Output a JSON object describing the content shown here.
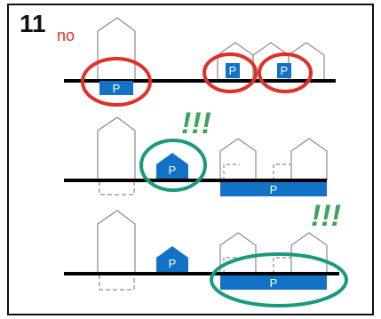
{
  "figure": {
    "number": "11",
    "verdict": "no",
    "exclamation_top": "!!!",
    "exclamation_right": "!!!",
    "parking_label": "P"
  },
  "colors": {
    "frame": "#111111",
    "ground": "#000000",
    "building_outline": "#8a8a8a",
    "parking": "#1273c6",
    "bad_circle": "#e0302a",
    "good_circle": "#1a9a7c",
    "exclamation": "#3ea35b"
  },
  "rows": [
    {
      "name": "row-no",
      "outcome": "rejected",
      "parking_slots": 3
    },
    {
      "name": "row-standalone-garage",
      "outcome": "approved",
      "parking_slots": 2
    },
    {
      "name": "row-shared-underground",
      "outcome": "approved",
      "parking_slots": 2
    }
  ]
}
